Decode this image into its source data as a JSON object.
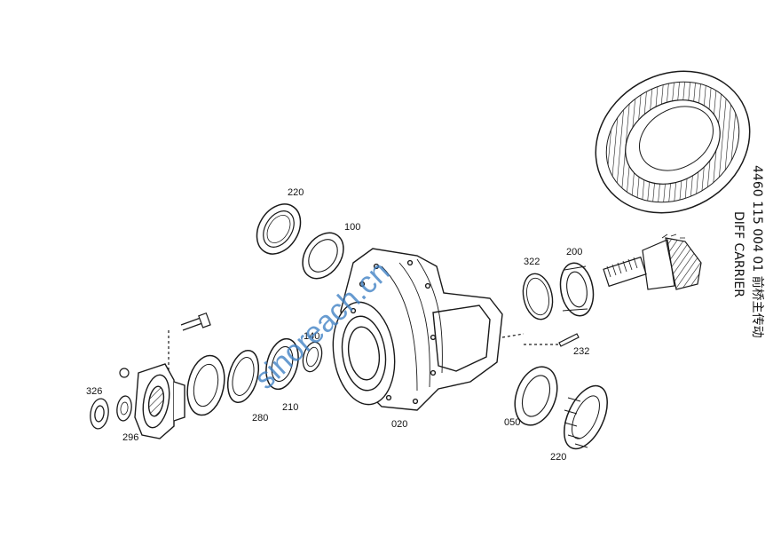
{
  "diagram": {
    "title_lines": [
      "4460 115 004 01 前桥主传动",
      "DIFF CARRIER"
    ],
    "watermark": "sinoreach.cn",
    "callouts": [
      {
        "id": "c220a",
        "text": "220"
      },
      {
        "id": "c100",
        "text": "100"
      },
      {
        "id": "c322",
        "text": "322"
      },
      {
        "id": "c200",
        "text": "200"
      },
      {
        "id": "c140",
        "text": "140"
      },
      {
        "id": "c232",
        "text": "232"
      },
      {
        "id": "c326",
        "text": "326"
      },
      {
        "id": "c296",
        "text": "296"
      },
      {
        "id": "c280",
        "text": "280"
      },
      {
        "id": "c210",
        "text": "210"
      },
      {
        "id": "c020",
        "text": "020"
      },
      {
        "id": "c050",
        "text": "050"
      },
      {
        "id": "c220b",
        "text": "220"
      }
    ],
    "colors": {
      "ink": "#1a1a1a",
      "watermark": "#3d7fc4",
      "background": "#ffffff"
    }
  }
}
